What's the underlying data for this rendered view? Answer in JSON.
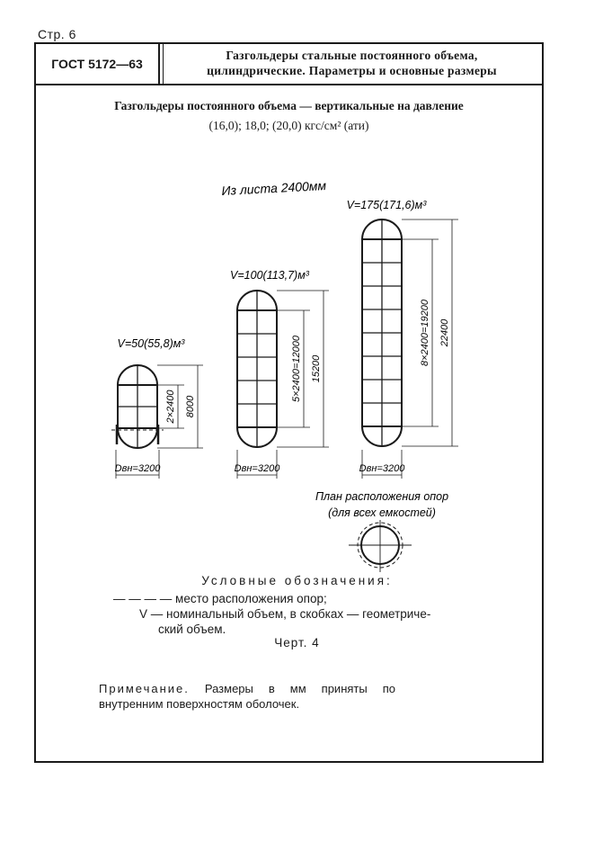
{
  "page": {
    "number": "Стр. 6"
  },
  "header": {
    "code": "ГОСТ 5172—63",
    "title_line1": "Газгольдеры стальные постоянного объема,",
    "title_line2": "цилиндрические. Параметры и основные размеры"
  },
  "subtitle": {
    "line1": "Газгольдеры постоянного объема — вертикальные на давление",
    "line2": "(16,0); 18,0; (20,0) кгс/см² (ати)"
  },
  "drawing": {
    "sheet_label": "Из листа 2400мм",
    "vessels": [
      {
        "volume": "V=50(55,8)м³",
        "section_dim": "2×2400",
        "height_dim": "8000",
        "diameter": "Dвн=3200"
      },
      {
        "volume": "V=100(113,7)м³",
        "section_dim": "5×2400=12000",
        "height_dim": "15200",
        "diameter": "Dвн=3200"
      },
      {
        "volume": "V=175(171,6)м³",
        "section_dim": "8×2400=19200",
        "height_dim": "22400",
        "diameter": "Dвн=3200"
      }
    ],
    "plan_title_line1": "План расположения опор",
    "plan_title_line2": "(для всех емкостей)"
  },
  "legend": {
    "title": "Условные обозначения:",
    "items": [
      {
        "symbol": "— — — —",
        "text": "место расположения опор;"
      },
      {
        "symbol": "V —",
        "text": "номинальный объем, в скобках — геометриче-"
      },
      {
        "symbol": "",
        "text": "ский объем."
      }
    ]
  },
  "caption": "Черт. 4",
  "note": {
    "label": "Примечание.",
    "text": "Размеры в мм приняты по внутренним поверхностям оболочек."
  }
}
